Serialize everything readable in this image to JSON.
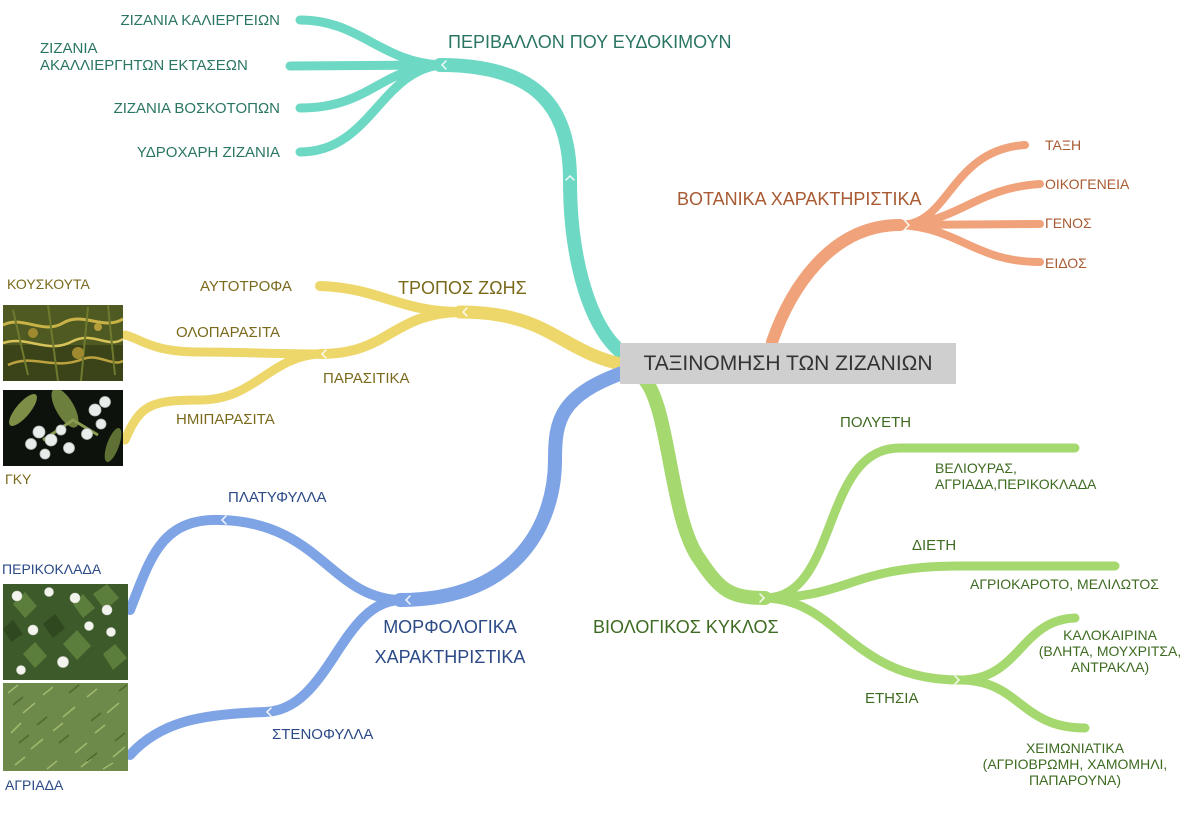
{
  "center": "ΤΑΞΙΝΟΜΗΣΗ ΤΩΝ ΖΙΖΑΝΙΩΝ",
  "colors": {
    "teal": "#6dd9c4",
    "orange": "#f0a27a",
    "olive": "#eed76a",
    "blue": "#7fa4e6",
    "green": "#a6d870",
    "center_box": "#cfcfcf"
  },
  "environment": {
    "title": "ΠΕΡΙΒΑΛΛΟΝ ΠΟΥ ΕΥΔΟΚΙΜΟΥΝ",
    "items": [
      "ΖΙΖΑΝΙΑ ΚΑΛΙΕΡΓΕΙΩΝ",
      "ΖΙΖΑΝΙΑ\nΑΚΑΛΛΙΕΡΓΗΤΩΝ ΕΚΤΑΣΕΩΝ",
      "ΖΙΖΑΝΙΑ ΒΟΣΚΟΤΟΠΩΝ",
      "ΥΔΡΟΧΑΡΗ ΖΙΖΑΝΙΑ"
    ]
  },
  "botanical": {
    "title": "ΒΟΤΑΝΙΚΑ ΧΑΡΑΚΤΗΡΙΣΤΙΚΑ",
    "items": [
      "ΤΑΞΗ",
      "ΟΙΚΟΓΕΝΕΙΑ",
      "ΓΕΝΟΣ",
      "ΕΙΔΟΣ"
    ]
  },
  "lifestyle": {
    "title": "ΤΡΟΠΟΣ ΖΩΗΣ",
    "autotrophic": "ΑΥΤΟΤΡΟΦΑ",
    "parasitic": "ΠΑΡΑΣΙΤΙΚΑ",
    "holoparasitic": "ΟΛΟΠΑΡΑΣΙΤΑ",
    "hemiparasitic": "ΗΜΙΠΑΡΑΣΙΤΑ",
    "holo_example": "ΚΟΥΣΚΟΥΤΑ",
    "hemi_example": "ΓΚΥ"
  },
  "morphology": {
    "title_line1": "ΜΟΡΦΟΛΟΓΙΚΑ",
    "title_line2": "ΧΑΡΑΚΤΗΡΙΣΤΙΚΑ",
    "broadleaf": "ΠΛΑΤΥΦΥΛΛΑ",
    "narrowleaf": "ΣΤΕΝΟΦΥΛΛΑ",
    "broad_example": "ΠΕΡΙΚΟΚΛΑΔΑ",
    "narrow_example": "ΑΓΡΙΑΔΑ"
  },
  "lifecycle": {
    "title": "ΒΙΟΛΟΓΙΚΟΣ ΚΥΚΛΟΣ",
    "perennial": "ΠΟΛΥΕΤΗ",
    "perennial_examples": "ΒΕΛΙΟΥΡΑΣ,\nΑΓΡΙΑΔΑ,ΠΕΡΙΚΟΚΛΑΔΑ",
    "biennial": "ΔΙΕΤΗ",
    "biennial_examples": "ΑΓΡΙΟΚΑΡΟΤΟ, ΜΕΛΙΛΩΤΟΣ",
    "annual": "ΕΤΗΣΙΑ",
    "summer": "ΚΑΛΟΚΑΙΡΙΝΑ\n(ΒΛΗΤΑ, ΜΟΥΧΡΙΤΣΑ,\nΑΝΤΡΑΚΛΑ)",
    "winter": "ΧΕΙΜΩΝΙΑΤΙΚΑ\n(ΑΓΡΙΟΒΡΩΜΗ, ΧΑΜΟΜΗΛΙ,\nΠΑΠΑΡΟΥΝΑ)"
  }
}
